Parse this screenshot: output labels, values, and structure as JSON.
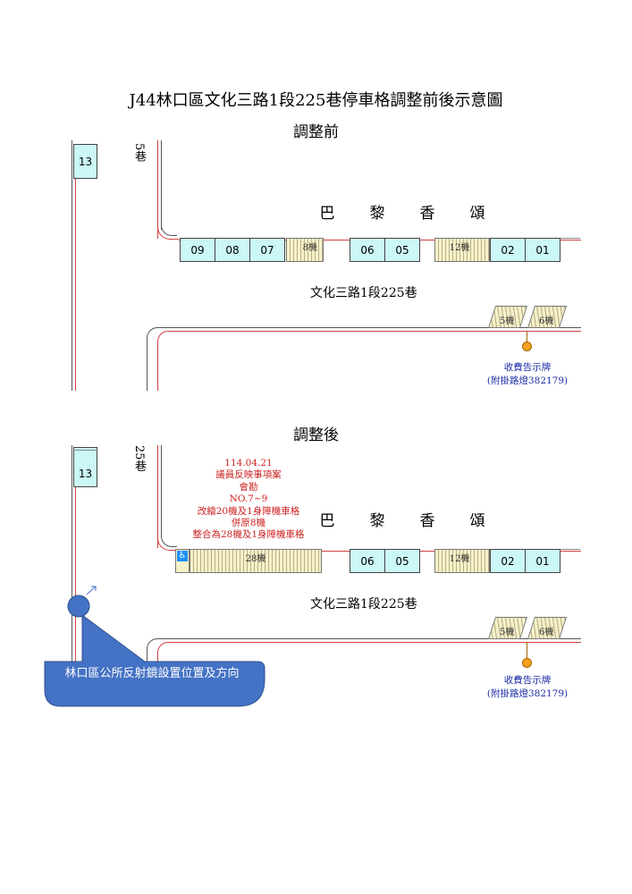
{
  "title": "J44林口區文化三路1段225巷停車格調整前後示意圖",
  "before": {
    "heading": "調整前",
    "side_label": "5巷",
    "side_slot": "13",
    "building_chars": [
      "巴",
      "黎",
      "香",
      "頌"
    ],
    "slots_a": [
      "09",
      "08",
      "07"
    ],
    "moto_a": "8機",
    "slots_b": [
      "06",
      "05"
    ],
    "moto_b": "12機",
    "slots_c": [
      "02",
      "01"
    ],
    "street_name": "文化三路1段225巷",
    "moto_lower_1": "5機",
    "moto_lower_2": "6機",
    "sign_label_1": "收費告示牌",
    "sign_label_2": "(附掛路燈382179)"
  },
  "after": {
    "heading": "調整後",
    "side_label": "25巷",
    "side_slot": "13",
    "building_chars": [
      "巴",
      "黎",
      "香",
      "頌"
    ],
    "note_lines": [
      "114.04.21",
      "議員反映事項案",
      "會勘",
      "NO.7~9",
      "改繪20機及1身障機車格",
      "併原8機",
      "整合為28機及1身障機車格"
    ],
    "moto_a": "28機",
    "slots_b": [
      "06",
      "05"
    ],
    "moto_b": "12機",
    "slots_c": [
      "02",
      "01"
    ],
    "street_name": "文化三路1段225巷",
    "moto_lower_1": "5機",
    "moto_lower_2": "6機",
    "sign_label_1": "收費告示牌",
    "sign_label_2": "(附掛路燈382179)",
    "callout_text": "林口區公所反射鏡設置位置及方向"
  },
  "colors": {
    "slot_fill": "#ccf7f7",
    "red_line": "#d04040",
    "callout": "#4472c4",
    "sign": "#f6a020",
    "accessible": "#1e90ff"
  },
  "icons": [
    "accessible-parking-icon",
    "mirror-marker-icon",
    "direction-arrow-icon"
  ]
}
